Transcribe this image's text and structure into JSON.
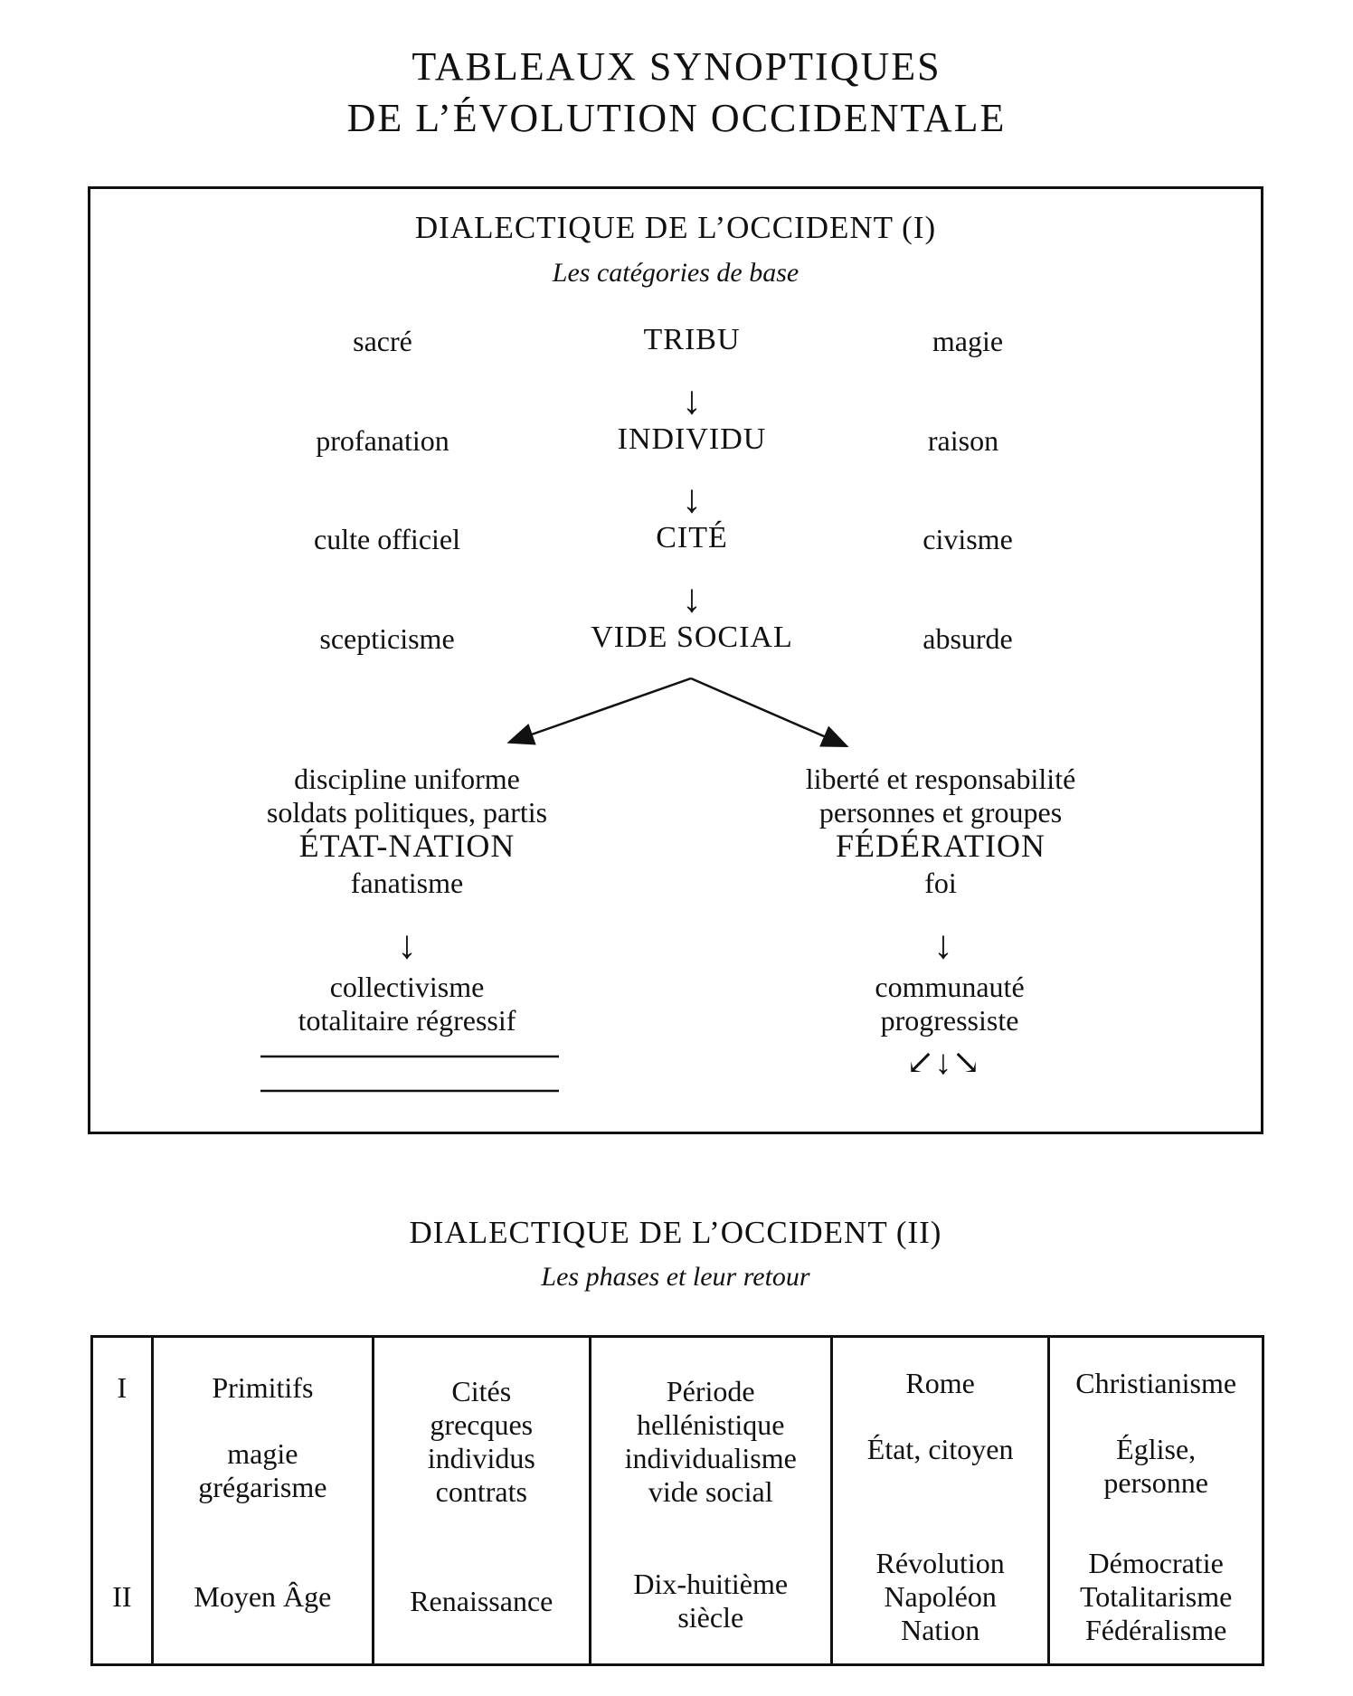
{
  "title": {
    "line1": "TABLEAUX SYNOPTIQUES",
    "line2": "DE L’ÉVOLUTION OCCIDENTALE"
  },
  "diagram1": {
    "heading": "DIALECTIQUE DE L’OCCIDENT (I)",
    "subheading": "Les catégories de base",
    "rows": [
      {
        "left": "sacré",
        "center": "TRIBU",
        "right": "magie"
      },
      {
        "left": "profanation",
        "center": "INDIVIDU",
        "right": "raison"
      },
      {
        "left": "culte officiel",
        "center": "CITÉ",
        "right": "civisme"
      },
      {
        "left": "scepticisme",
        "center": "VIDE SOCIAL",
        "right": "absurde"
      }
    ],
    "left_branch": {
      "line1": "discipline uniforme",
      "line2": "soldats politiques, partis",
      "line3": "ÉTAT-NATION",
      "line4": "fanatisme",
      "result1": "collectivisme",
      "result2": "totalitaire régressif"
    },
    "right_branch": {
      "line1": "liberté et responsabilité",
      "line2": "personnes et groupes",
      "line3": "FÉDÉRATION",
      "line4": "foi",
      "result1": "communauté",
      "result2": "progressiste"
    },
    "arrow_down": "↓",
    "arrow_down_left": "↙",
    "arrow_down_right": "↘"
  },
  "diagram2": {
    "heading": "DIALECTIQUE DE L’OCCIDENT (II)",
    "subheading": "Les phases et leur retour",
    "row_labels": [
      "I",
      "II"
    ],
    "columns": [
      {
        "top": [
          "Primitifs"
        ],
        "middle": [
          "magie",
          "grégarisme"
        ],
        "bottom": [
          "Moyen Âge"
        ]
      },
      {
        "top": [
          "Cités",
          "grecques"
        ],
        "middle": [
          "individus",
          "contrats"
        ],
        "bottom": [
          "Renaissance"
        ]
      },
      {
        "top": [
          "Période",
          "hellénistique"
        ],
        "middle": [
          "individualisme",
          "vide social"
        ],
        "bottom": [
          "Dix-huitième",
          "siècle"
        ]
      },
      {
        "top": [
          "Rome"
        ],
        "middle": [
          "État, citoyen"
        ],
        "bottom": [
          "Révolution",
          "Napoléon",
          "Nation"
        ]
      },
      {
        "top": [
          "Christianisme"
        ],
        "middle": [
          "Église,",
          "personne"
        ],
        "bottom": [
          "Démocratie",
          "Totalitarisme",
          "Fédéralisme"
        ]
      }
    ]
  }
}
